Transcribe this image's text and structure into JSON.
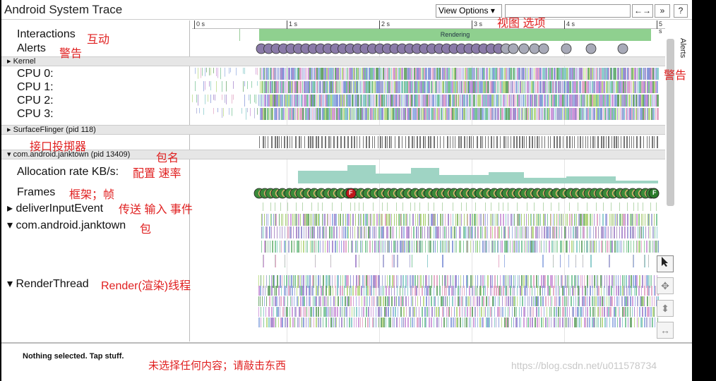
{
  "window": {
    "title": "Android System Trace",
    "view_options_label": "View Options ▾",
    "expand_button": "←→",
    "forward_button": "»",
    "help_button": "?"
  },
  "ruler": {
    "ticks": [
      "0 s",
      "1 s",
      "2 s",
      "3 s",
      "4 s",
      "5 s"
    ]
  },
  "rows": {
    "interactions": "Interactions",
    "alerts": "Alerts",
    "kernel": "Kernel",
    "cpu0": "CPU 0:",
    "cpu1": "CPU 1:",
    "cpu2": "CPU 2:",
    "cpu3": "CPU 3:",
    "surfaceflinger": "SurfaceFlinger (pid 118)",
    "janktown_section": "com.android.janktown (pid 13409)",
    "allocation_rate": "Allocation rate KB/s:",
    "frames": "Frames",
    "deliver_input": "deliverInputEvent",
    "janktown_thread": "com.android.janktown",
    "render_thread": "RenderThread"
  },
  "rendering_label": "Rendering",
  "alerts_sidebar_label": "Alerts",
  "frame_markers": [
    "F",
    "F"
  ],
  "status_text": "Nothing selected. Tap stuff.",
  "annotations": {
    "view_options": "视图 选项",
    "interactions": "互动",
    "alerts": "警告",
    "alerts_right": "警告",
    "surfaceflinger": "接口投掷器",
    "package_name": "包名",
    "allocation": "配置 速率",
    "frames": "框架；帧",
    "deliver_input": "传送 输入 事件",
    "package": "包",
    "render_thread": "Render(渲染)线程",
    "status": "未选择任何内容；请敲击东西"
  },
  "watermark": "https://blog.csdn.net/u011578734",
  "colors": {
    "rendering_green": "#8fd08f",
    "frame_green": "#3a8a3a",
    "frame_red": "#c0181c",
    "annotation_red": "#e02020",
    "alloc_teal": "#9fd4c4"
  }
}
